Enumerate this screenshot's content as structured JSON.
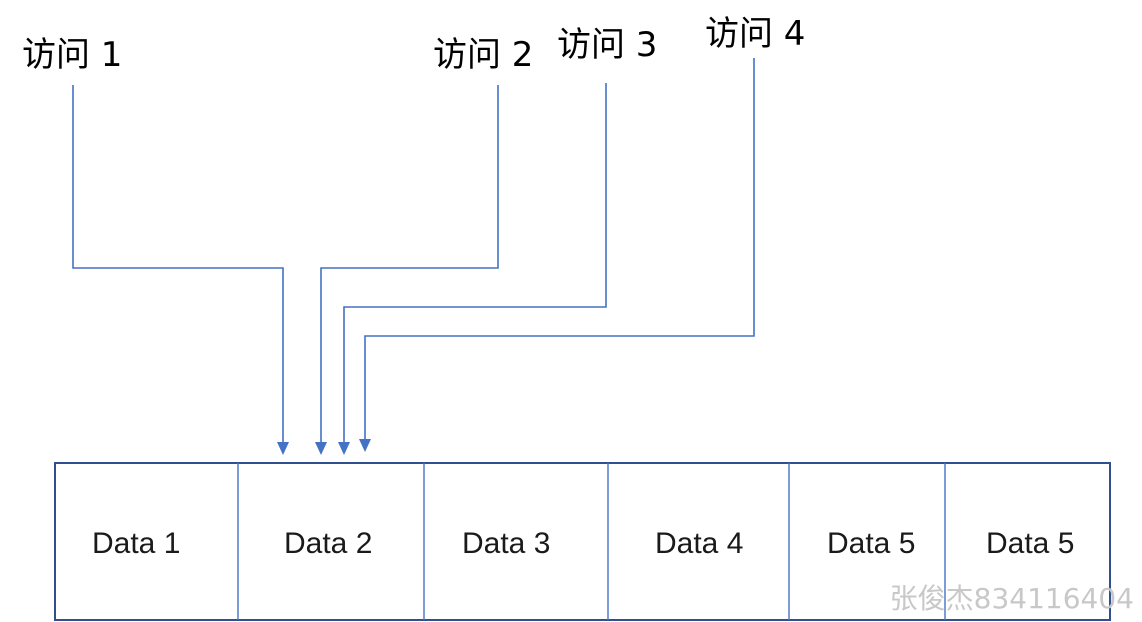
{
  "accesses": [
    {
      "label": "访问 1",
      "target": "Data 2"
    },
    {
      "label": "访问 2",
      "target": "Data 2"
    },
    {
      "label": "访问 3",
      "target": "Data 2"
    },
    {
      "label": "访问 4",
      "target": "Data 2"
    }
  ],
  "cells": [
    "Data 1",
    "Data 2",
    "Data 3",
    "Data 4",
    "Data 5",
    "Data 5"
  ],
  "watermark": "张俊杰834116404",
  "colors": {
    "line": "#4472c4",
    "outline": "#2f4f8f",
    "text": "#1a1a1a",
    "watermark": "#c8c8c8"
  }
}
